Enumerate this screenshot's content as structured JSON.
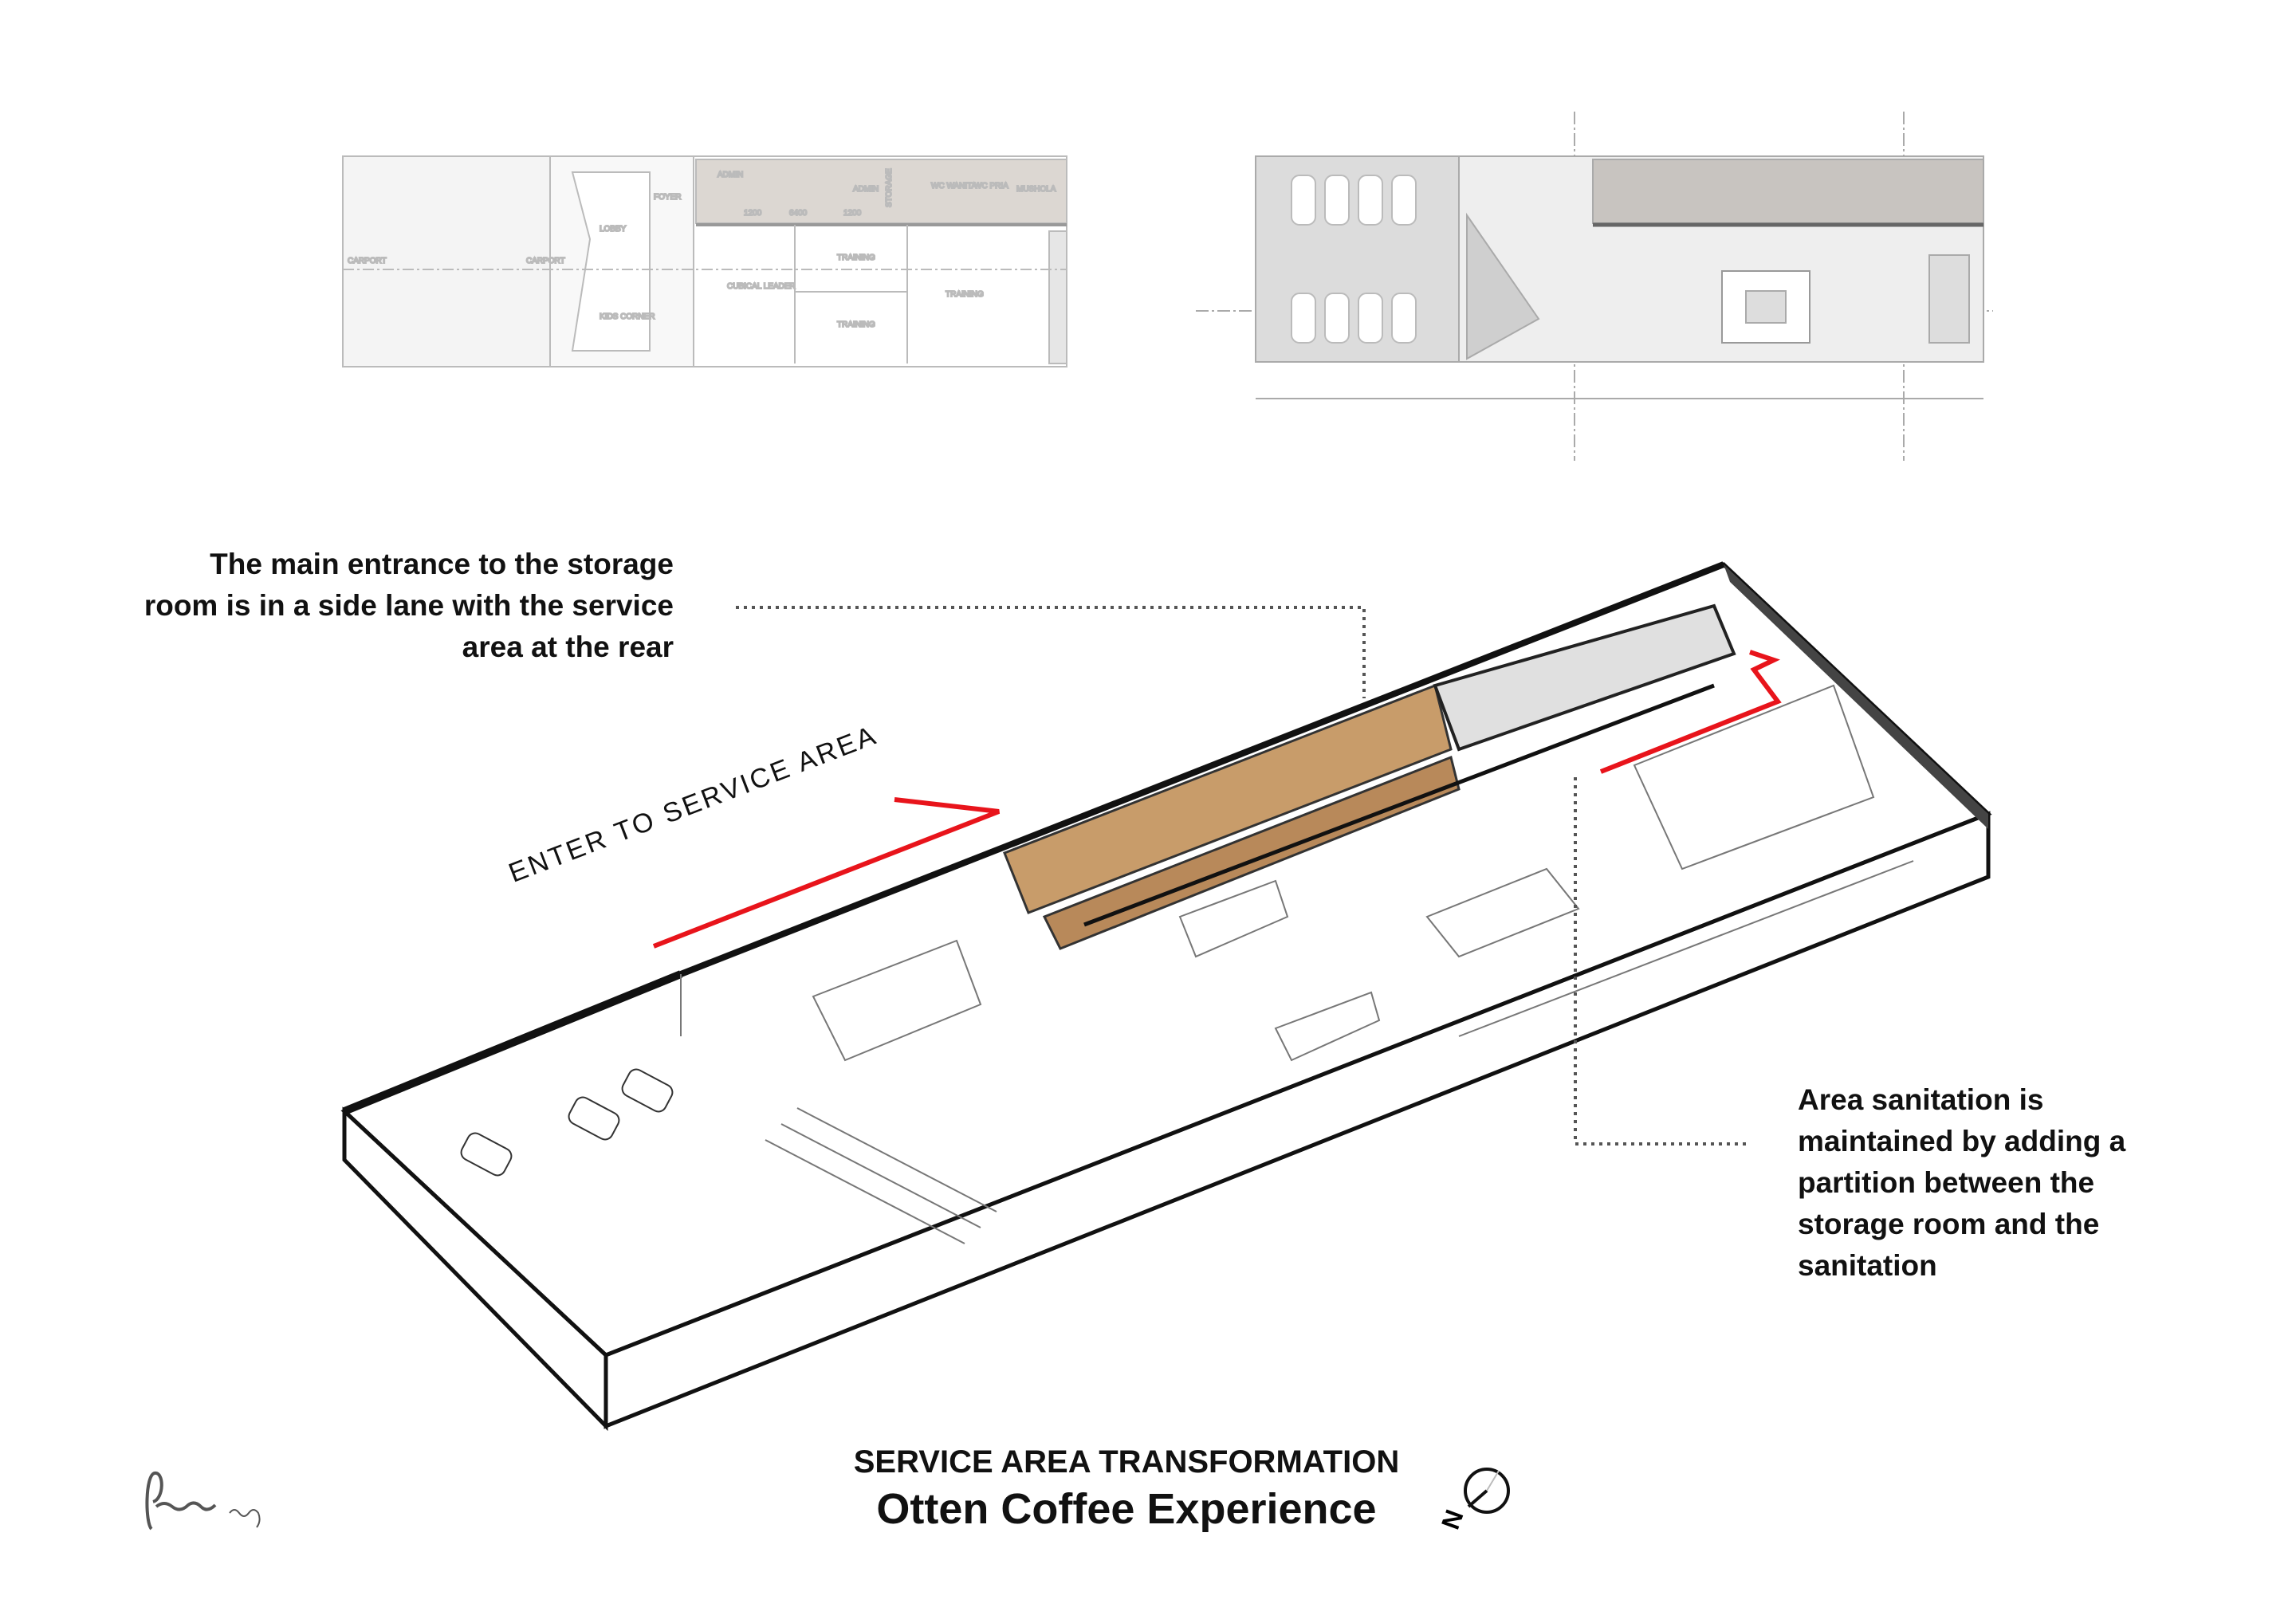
{
  "notes": {
    "left": [
      "The main entrance to the storage",
      "room is in a side lane with the service",
      "area at the rear"
    ],
    "right": [
      "Area sanitation is",
      "maintained by adding a",
      "partition between the",
      "storage room and the",
      "sanitation"
    ]
  },
  "arrow_label": "ENTER TO SERVICE AREA",
  "title": {
    "subtitle": "SERVICE AREA TRANSFORMATION",
    "main": "Otten Coffee Experience"
  },
  "plan_before_labels": [
    "CARPORT",
    "CARPORT",
    "LOBBY",
    "FOYER",
    "KIDS CORNER",
    "CUBICAL LEADER",
    "TRAINING",
    "TRAINING",
    "TRAINING",
    "ADMIN",
    "ADMIN",
    "STORAGE",
    "WC WANITA",
    "WC PRIA",
    "MUSHOLA"
  ],
  "plan_before_dims": [
    "1200",
    "6400",
    "1200"
  ],
  "logo_text": "Ruang",
  "compass_label": "N",
  "colors": {
    "accent_red": "#e8141b",
    "plan_gray": "#d9d4cf",
    "wood": "#b8895a"
  }
}
